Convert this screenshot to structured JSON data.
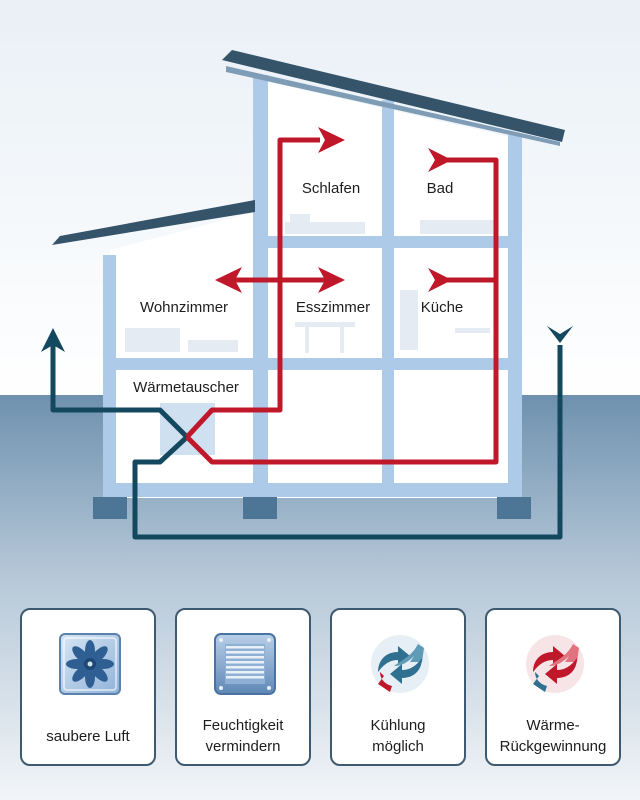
{
  "rooms": {
    "schlafen": "Schlafen",
    "bad": "Bad",
    "wohnzimmer": "Wohnzimmer",
    "esszimmer": "Esszimmer",
    "kueche": "Küche",
    "waermetauscher": "Wärmetauscher"
  },
  "cards": [
    {
      "icon": "fan-icon",
      "label": "saubere Luft"
    },
    {
      "icon": "vent-grille-icon",
      "label": "Feuchtigkeit\nvermindern"
    },
    {
      "icon": "cooling-arrows-icon",
      "label": "Kühlung\nmöglich"
    },
    {
      "icon": "heat-recovery-arrows-icon",
      "label": "Wärme-\nRückgewinnung"
    }
  ],
  "colors": {
    "supply_air": "#c0182b",
    "exhaust_air": "#14485f",
    "structure": "#aecae9",
    "ground": "#6e91af",
    "roof": "#35546a"
  }
}
